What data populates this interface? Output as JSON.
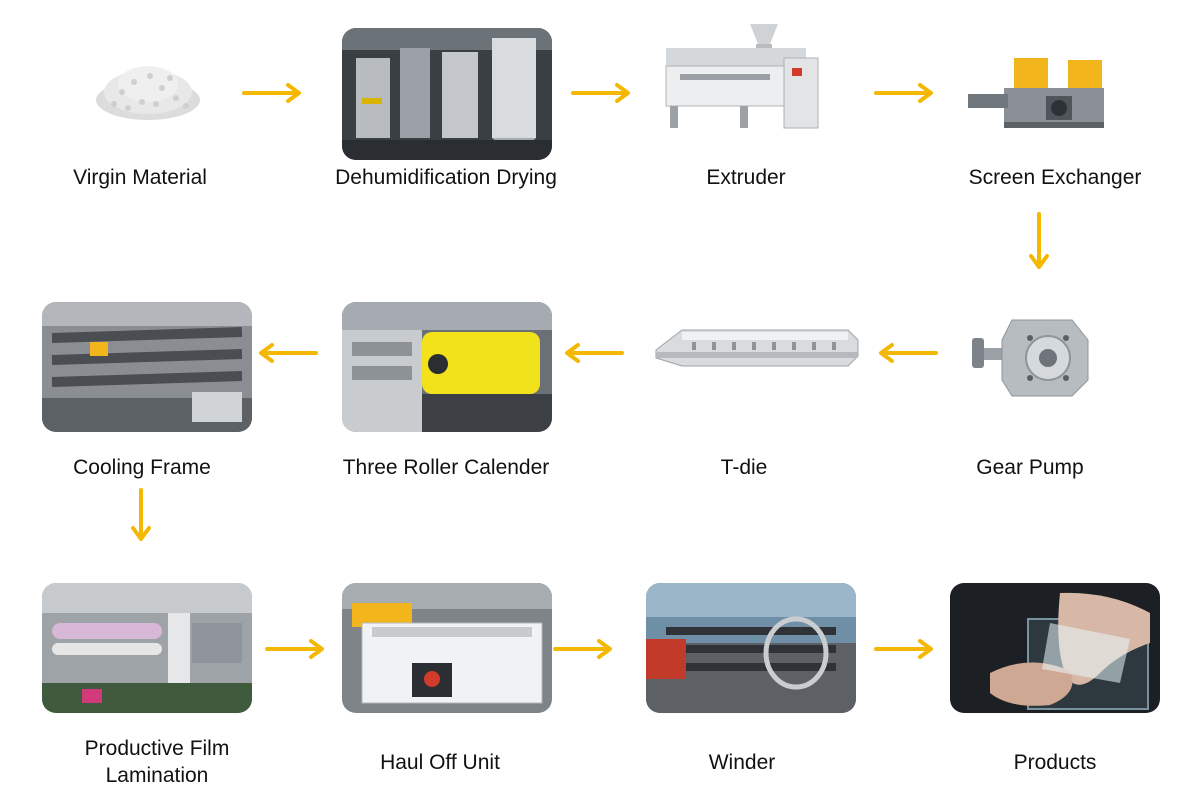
{
  "colors": {
    "arrow": "#F5B800",
    "machine_yellow": "#F2D21C",
    "text": "#111111"
  },
  "steps": [
    {
      "label": "Virgin Material"
    },
    {
      "label": "Dehumidification Drying"
    },
    {
      "label": "Extruder"
    },
    {
      "label": "Screen Exchanger"
    },
    {
      "label": "Gear Pump"
    },
    {
      "label": "T-die"
    },
    {
      "label": "Three Roller Calender"
    },
    {
      "label": "Cooling Frame"
    },
    {
      "label": "Productive Film",
      "label2": "Lamination"
    },
    {
      "label": "Haul Off Unit"
    },
    {
      "label": "Winder"
    },
    {
      "label": "Products"
    }
  ]
}
